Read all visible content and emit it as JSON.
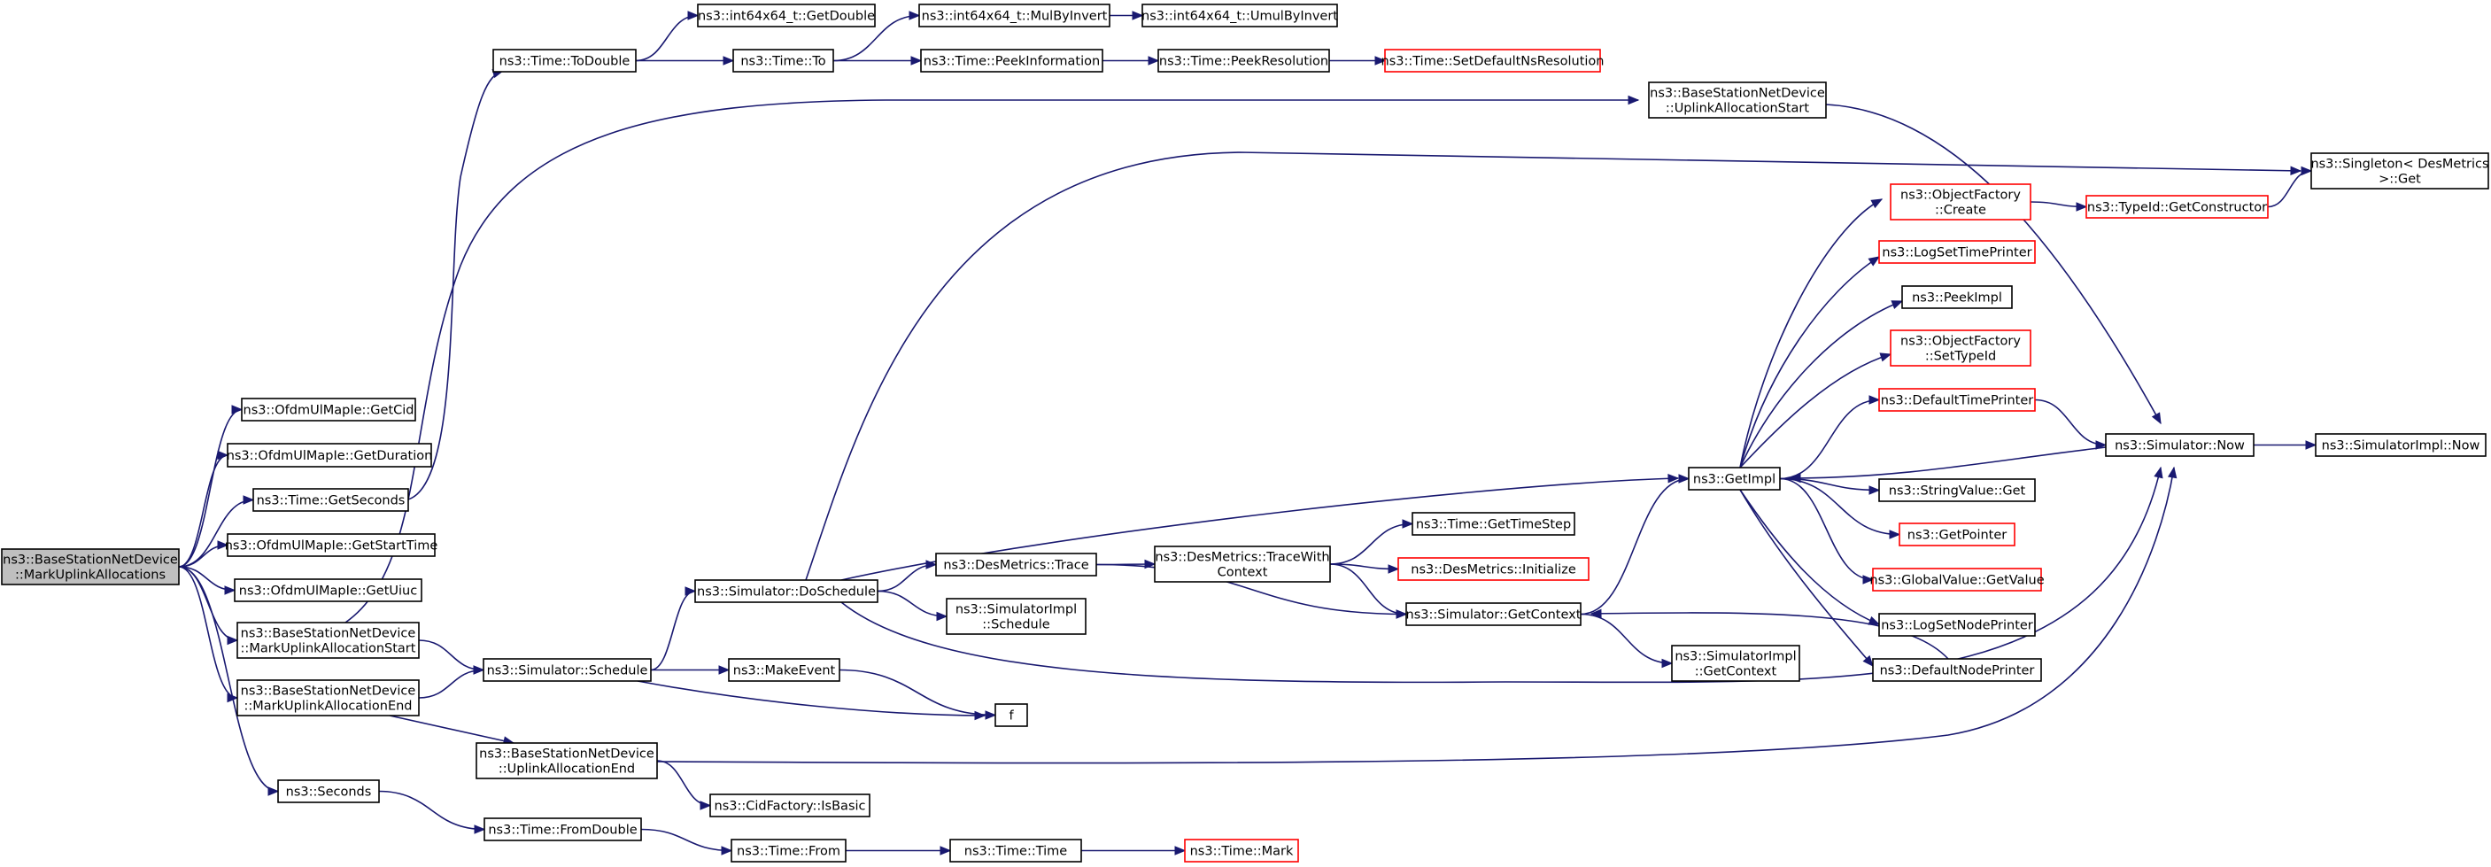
{
  "nodes": {
    "root": {
      "lines": [
        "ns3::BaseStationNetDevice",
        "::MarkUplinkAllocations"
      ],
      "style": "root"
    },
    "getcid": {
      "lines": [
        "ns3::OfdmUlMapIe::GetCid"
      ],
      "style": "black"
    },
    "getduration": {
      "lines": [
        "ns3::OfdmUlMapIe::GetDuration"
      ],
      "style": "black"
    },
    "getseconds": {
      "lines": [
        "ns3::Time::GetSeconds"
      ],
      "style": "black"
    },
    "getstarttime": {
      "lines": [
        "ns3::OfdmUlMapIe::GetStartTime"
      ],
      "style": "black"
    },
    "getuiuc": {
      "lines": [
        "ns3::OfdmUlMapIe::GetUiuc"
      ],
      "style": "black"
    },
    "markstart": {
      "lines": [
        "ns3::BaseStationNetDevice",
        "::MarkUplinkAllocationStart"
      ],
      "style": "black"
    },
    "markend": {
      "lines": [
        "ns3::BaseStationNetDevice",
        "::MarkUplinkAllocationEnd"
      ],
      "style": "black"
    },
    "seconds": {
      "lines": [
        "ns3::Seconds"
      ],
      "style": "black"
    },
    "todouble": {
      "lines": [
        "ns3::Time::ToDouble"
      ],
      "style": "black"
    },
    "getdouble": {
      "lines": [
        "ns3::int64x64_t::GetDouble"
      ],
      "style": "black"
    },
    "mulbyinvert": {
      "lines": [
        "ns3::int64x64_t::MulByInvert"
      ],
      "style": "black"
    },
    "umulbyinvert": {
      "lines": [
        "ns3::int64x64_t::UmulByInvert"
      ],
      "style": "black"
    },
    "timeto": {
      "lines": [
        "ns3::Time::To"
      ],
      "style": "black"
    },
    "peekinfo": {
      "lines": [
        "ns3::Time::PeekInformation"
      ],
      "style": "black"
    },
    "peekres": {
      "lines": [
        "ns3::Time::PeekResolution"
      ],
      "style": "black"
    },
    "setdefaultres": {
      "lines": [
        "ns3::Time::SetDefaultNsResolution"
      ],
      "style": "red"
    },
    "uplinkstart": {
      "lines": [
        "ns3::BaseStationNetDevice",
        "::UplinkAllocationStart"
      ],
      "style": "black"
    },
    "singleton": {
      "lines": [
        "ns3::Singleton< DesMetrics",
        " >::Get"
      ],
      "style": "black"
    },
    "ofcreate": {
      "lines": [
        "ns3::ObjectFactory",
        "::Create"
      ],
      "style": "red"
    },
    "getconstructor": {
      "lines": [
        "ns3::TypeId::GetConstructor"
      ],
      "style": "red"
    },
    "logsettimeprinter": {
      "lines": [
        "ns3::LogSetTimePrinter"
      ],
      "style": "red"
    },
    "peekimpl": {
      "lines": [
        "ns3::PeekImpl"
      ],
      "style": "black"
    },
    "ofsettypeid": {
      "lines": [
        "ns3::ObjectFactory",
        "::SetTypeId"
      ],
      "style": "red"
    },
    "defaulttimeprinter": {
      "lines": [
        "ns3::DefaultTimePrinter"
      ],
      "style": "red"
    },
    "simnow": {
      "lines": [
        "ns3::Simulator::Now"
      ],
      "style": "black"
    },
    "simimplnow": {
      "lines": [
        "ns3::SimulatorImpl::Now"
      ],
      "style": "black"
    },
    "getimpl": {
      "lines": [
        "ns3::GetImpl"
      ],
      "style": "black"
    },
    "stringvalueget": {
      "lines": [
        "ns3::StringValue::Get"
      ],
      "style": "black"
    },
    "getpointer": {
      "lines": [
        "ns3::GetPointer"
      ],
      "style": "red"
    },
    "globalvalue": {
      "lines": [
        "ns3::GlobalValue::GetValue"
      ],
      "style": "red"
    },
    "logsetnodeprinter": {
      "lines": [
        "ns3::LogSetNodePrinter"
      ],
      "style": "black"
    },
    "defaultnodeprinter": {
      "lines": [
        "ns3::DefaultNodePrinter"
      ],
      "style": "black"
    },
    "doschedule": {
      "lines": [
        "ns3::Simulator::DoSchedule"
      ],
      "style": "black"
    },
    "desmetricstrace": {
      "lines": [
        "ns3::DesMetrics::Trace"
      ],
      "style": "black"
    },
    "tracewithcontext": {
      "lines": [
        "ns3::DesMetrics::TraceWith",
        "Context"
      ],
      "style": "black"
    },
    "gettimestep": {
      "lines": [
        "ns3::Time::GetTimeStep"
      ],
      "style": "black"
    },
    "desinit": {
      "lines": [
        "ns3::DesMetrics::Initialize"
      ],
      "style": "red"
    },
    "simimplschedule": {
      "lines": [
        "ns3::SimulatorImpl",
        "::Schedule"
      ],
      "style": "black"
    },
    "simgetcontext": {
      "lines": [
        "ns3::Simulator::GetContext"
      ],
      "style": "black"
    },
    "simimplgetcontext": {
      "lines": [
        "ns3::SimulatorImpl",
        "::GetContext"
      ],
      "style": "black"
    },
    "simschedule": {
      "lines": [
        "ns3::Simulator::Schedule"
      ],
      "style": "black"
    },
    "makeevent": {
      "lines": [
        "ns3::MakeEvent"
      ],
      "style": "black"
    },
    "f": {
      "lines": [
        "f"
      ],
      "style": "black"
    },
    "uplinkend": {
      "lines": [
        "ns3::BaseStationNetDevice",
        "::UplinkAllocationEnd"
      ],
      "style": "black"
    },
    "isbasic": {
      "lines": [
        "ns3::CidFactory::IsBasic"
      ],
      "style": "black"
    },
    "fromdouble": {
      "lines": [
        "ns3::Time::FromDouble"
      ],
      "style": "black"
    },
    "timefrom": {
      "lines": [
        "ns3::Time::From"
      ],
      "style": "black"
    },
    "timetime": {
      "lines": [
        "ns3::Time::Time"
      ],
      "style": "black"
    },
    "timemark": {
      "lines": [
        "ns3::Time::Mark"
      ],
      "style": "red"
    }
  },
  "edges": [
    [
      "root",
      "getcid"
    ],
    [
      "root",
      "getduration"
    ],
    [
      "root",
      "getseconds"
    ],
    [
      "root",
      "getstarttime"
    ],
    [
      "root",
      "getuiuc"
    ],
    [
      "root",
      "markstart"
    ],
    [
      "root",
      "markend"
    ],
    [
      "root",
      "seconds"
    ],
    [
      "getseconds",
      "todouble"
    ],
    [
      "todouble",
      "getdouble"
    ],
    [
      "todouble",
      "timeto"
    ],
    [
      "timeto",
      "mulbyinvert"
    ],
    [
      "timeto",
      "peekinfo"
    ],
    [
      "mulbyinvert",
      "umulbyinvert"
    ],
    [
      "peekinfo",
      "peekres"
    ],
    [
      "peekres",
      "setdefaultres"
    ],
    [
      "markstart",
      "uplinkstart"
    ],
    [
      "markstart",
      "simschedule"
    ],
    [
      "markend",
      "simschedule"
    ],
    [
      "markend",
      "uplinkend"
    ],
    [
      "uplinkstart",
      "simnow"
    ],
    [
      "uplinkend",
      "simnow"
    ],
    [
      "uplinkend",
      "isbasic"
    ],
    [
      "simschedule",
      "doschedule"
    ],
    [
      "simschedule",
      "makeevent"
    ],
    [
      "simschedule",
      "f"
    ],
    [
      "makeevent",
      "f"
    ],
    [
      "doschedule",
      "singleton"
    ],
    [
      "doschedule",
      "getimpl"
    ],
    [
      "doschedule",
      "desmetricstrace"
    ],
    [
      "doschedule",
      "simimplschedule"
    ],
    [
      "doschedule",
      "simnow"
    ],
    [
      "desmetricstrace",
      "tracewithcontext"
    ],
    [
      "desmetricstrace",
      "simgetcontext"
    ],
    [
      "tracewithcontext",
      "gettimestep"
    ],
    [
      "tracewithcontext",
      "desinit"
    ],
    [
      "tracewithcontext",
      "simgetcontext"
    ],
    [
      "simgetcontext",
      "getimpl"
    ],
    [
      "simgetcontext",
      "simimplgetcontext"
    ],
    [
      "getimpl",
      "ofcreate"
    ],
    [
      "getimpl",
      "logsettimeprinter"
    ],
    [
      "getimpl",
      "peekimpl"
    ],
    [
      "getimpl",
      "ofsettypeid"
    ],
    [
      "getimpl",
      "defaulttimeprinter"
    ],
    [
      "getimpl",
      "stringvalueget"
    ],
    [
      "getimpl",
      "getpointer"
    ],
    [
      "getimpl",
      "globalvalue"
    ],
    [
      "getimpl",
      "logsetnodeprinter"
    ],
    [
      "getimpl",
      "defaultnodeprinter"
    ],
    [
      "ofcreate",
      "getconstructor"
    ],
    [
      "getconstructor",
      "singleton"
    ],
    [
      "defaulttimeprinter",
      "simnow"
    ],
    [
      "simnow",
      "getimpl"
    ],
    [
      "simnow",
      "simimplnow"
    ],
    [
      "defaultnodeprinter",
      "simgetcontext"
    ],
    [
      "seconds",
      "fromdouble"
    ],
    [
      "fromdouble",
      "timefrom"
    ],
    [
      "timefrom",
      "timetime"
    ],
    [
      "timetime",
      "timemark"
    ]
  ]
}
